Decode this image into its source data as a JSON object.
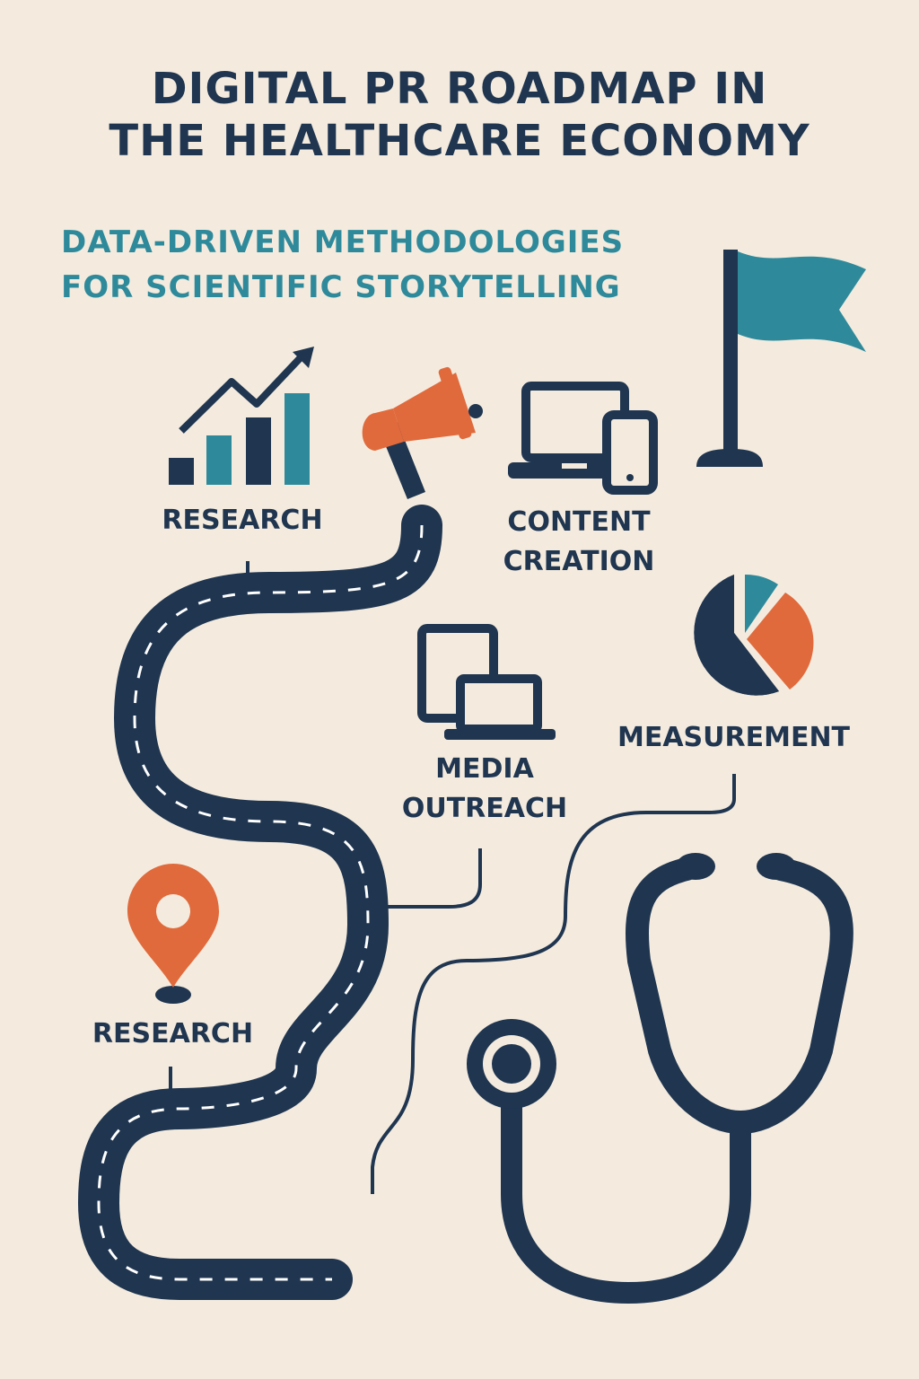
{
  "header": {
    "title_line1": "DIGITAL PR ROADMAP IN",
    "title_line2": "THE HEALTHCARE ECONOMY",
    "subtitle_line1": "DATA-DRIVEN METHODOLOGIES",
    "subtitle_line2": "FOR SCIENTIFIC STORYTELLING"
  },
  "stages": {
    "research_top": "RESEARCH",
    "content_line1": "CONTENT",
    "content_line2": "CREATION",
    "media_line1": "MEDIA",
    "media_line2": "OUTREACH",
    "measurement": "MEASUREMENT",
    "research_bottom": "RESEARCH"
  },
  "icons": [
    "bar-chart-icon",
    "megaphone-icon",
    "devices-icon",
    "flag-icon",
    "pie-chart-icon",
    "screens-icon",
    "map-pin-icon",
    "stethoscope-icon"
  ],
  "colors": {
    "navy": "#1f3550",
    "teal": "#2e8a9b",
    "orange": "#e06a3c",
    "background": "#f4ebde"
  }
}
